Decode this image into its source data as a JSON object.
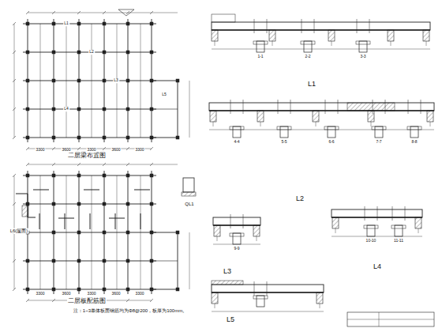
{
  "diagram": {
    "labels": [
      "二层梁布置图",
      "二层板配筋图",
      "注：1~3单体板面钢筋均为Φ8@200，板厚为100mm。",
      "L1",
      "L2",
      "L3",
      "L4",
      "L5",
      "L6(屋面)",
      "QL1",
      "1-1",
      "2-2",
      "3-3",
      "4-4",
      "5-5",
      "6-6",
      "7-7",
      "8-8",
      "9-9",
      "10-10",
      "11-11",
      "3300",
      "3600",
      "3300",
      "3600",
      "3300",
      "3300",
      "3600",
      "3300",
      "3600",
      "3300",
      "L1",
      "L2",
      "L3",
      "L4",
      "L5"
    ]
  }
}
